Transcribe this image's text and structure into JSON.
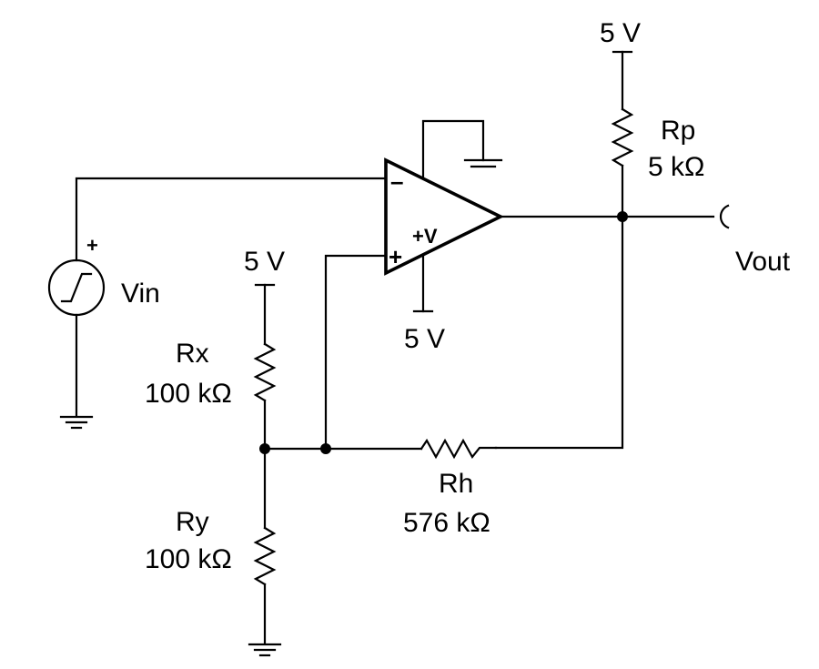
{
  "vin": {
    "name": "Vin",
    "plus": "+"
  },
  "opamp": {
    "minus": "–",
    "plus": "+",
    "supply_pin": "+V",
    "supply": "5 V"
  },
  "rp": {
    "name": "Rp",
    "value": "5 kΩ",
    "supply": "5 V"
  },
  "rx": {
    "name": "Rx",
    "value": "100 kΩ",
    "supply": "5 V"
  },
  "ry": {
    "name": "Ry",
    "value": "100 kΩ"
  },
  "rh": {
    "name": "Rh",
    "value": "576 kΩ"
  },
  "vout": {
    "name": "Vout"
  }
}
